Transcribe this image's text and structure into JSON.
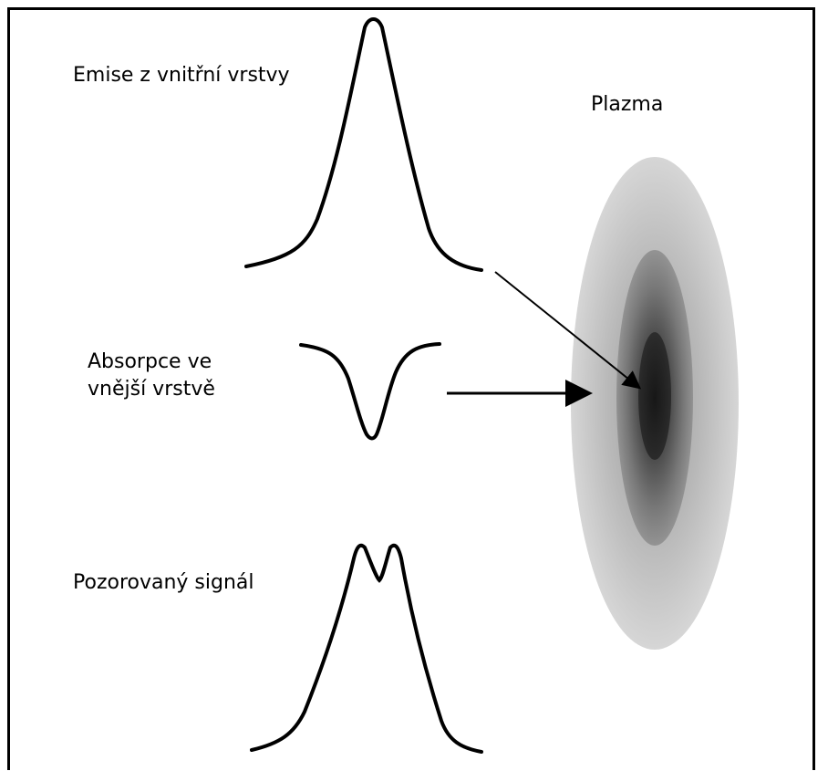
{
  "labels": {
    "emission": "Emise z vnitřní vrstvy",
    "absorption_line1": "Absorpce ve",
    "absorption_line2": "vnější vrstvě",
    "observed": "Pozorovaný signál",
    "plasma": "Plazma"
  },
  "colors": {
    "line": "#000000",
    "plasma_outer": "#d0d0d0",
    "plasma_core": "#111111",
    "background": "#ffffff"
  }
}
